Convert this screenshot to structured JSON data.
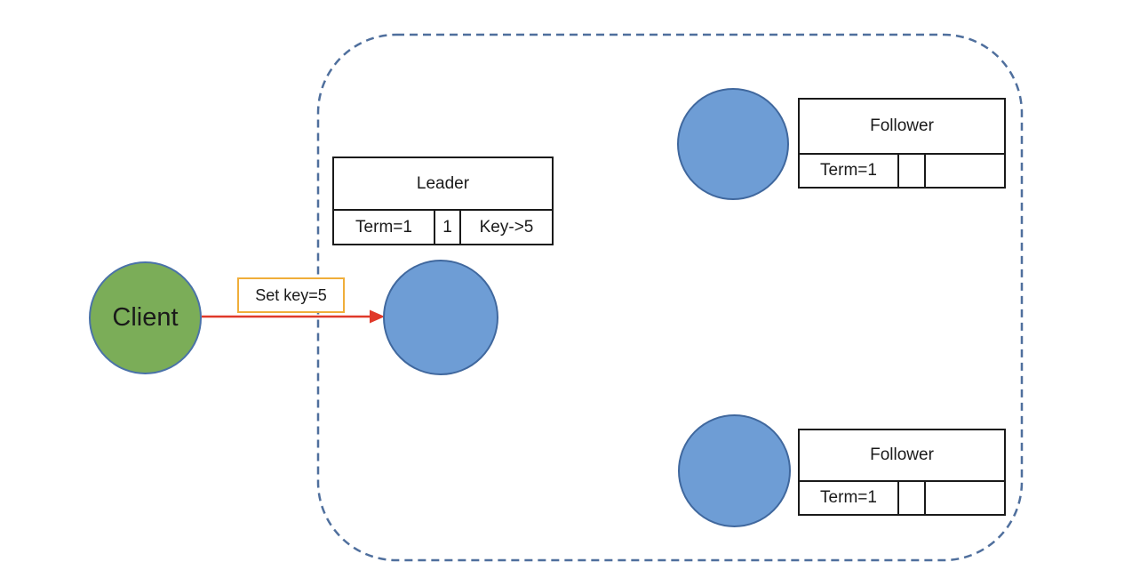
{
  "colors": {
    "client-fill": "#7bad58",
    "client-border": "#4a72a8",
    "node-fill": "#6e9dd5",
    "node-border": "#40689e",
    "arrow-red": "#e0392a",
    "label-orange": "#f0ae3a",
    "cluster-dash": "#4f6f9d",
    "table-border": "#1a1a1a",
    "text": "#1a1a1a"
  },
  "client": {
    "label": "Client"
  },
  "message": {
    "label": "Set key=5"
  },
  "leader": {
    "title": "Leader",
    "cells": [
      "Term=1",
      "1",
      "Key->5"
    ]
  },
  "followers": [
    {
      "title": "Follower",
      "cells": [
        "Term=1",
        "",
        ""
      ]
    },
    {
      "title": "Follower",
      "cells": [
        "Term=1",
        "",
        ""
      ]
    }
  ]
}
